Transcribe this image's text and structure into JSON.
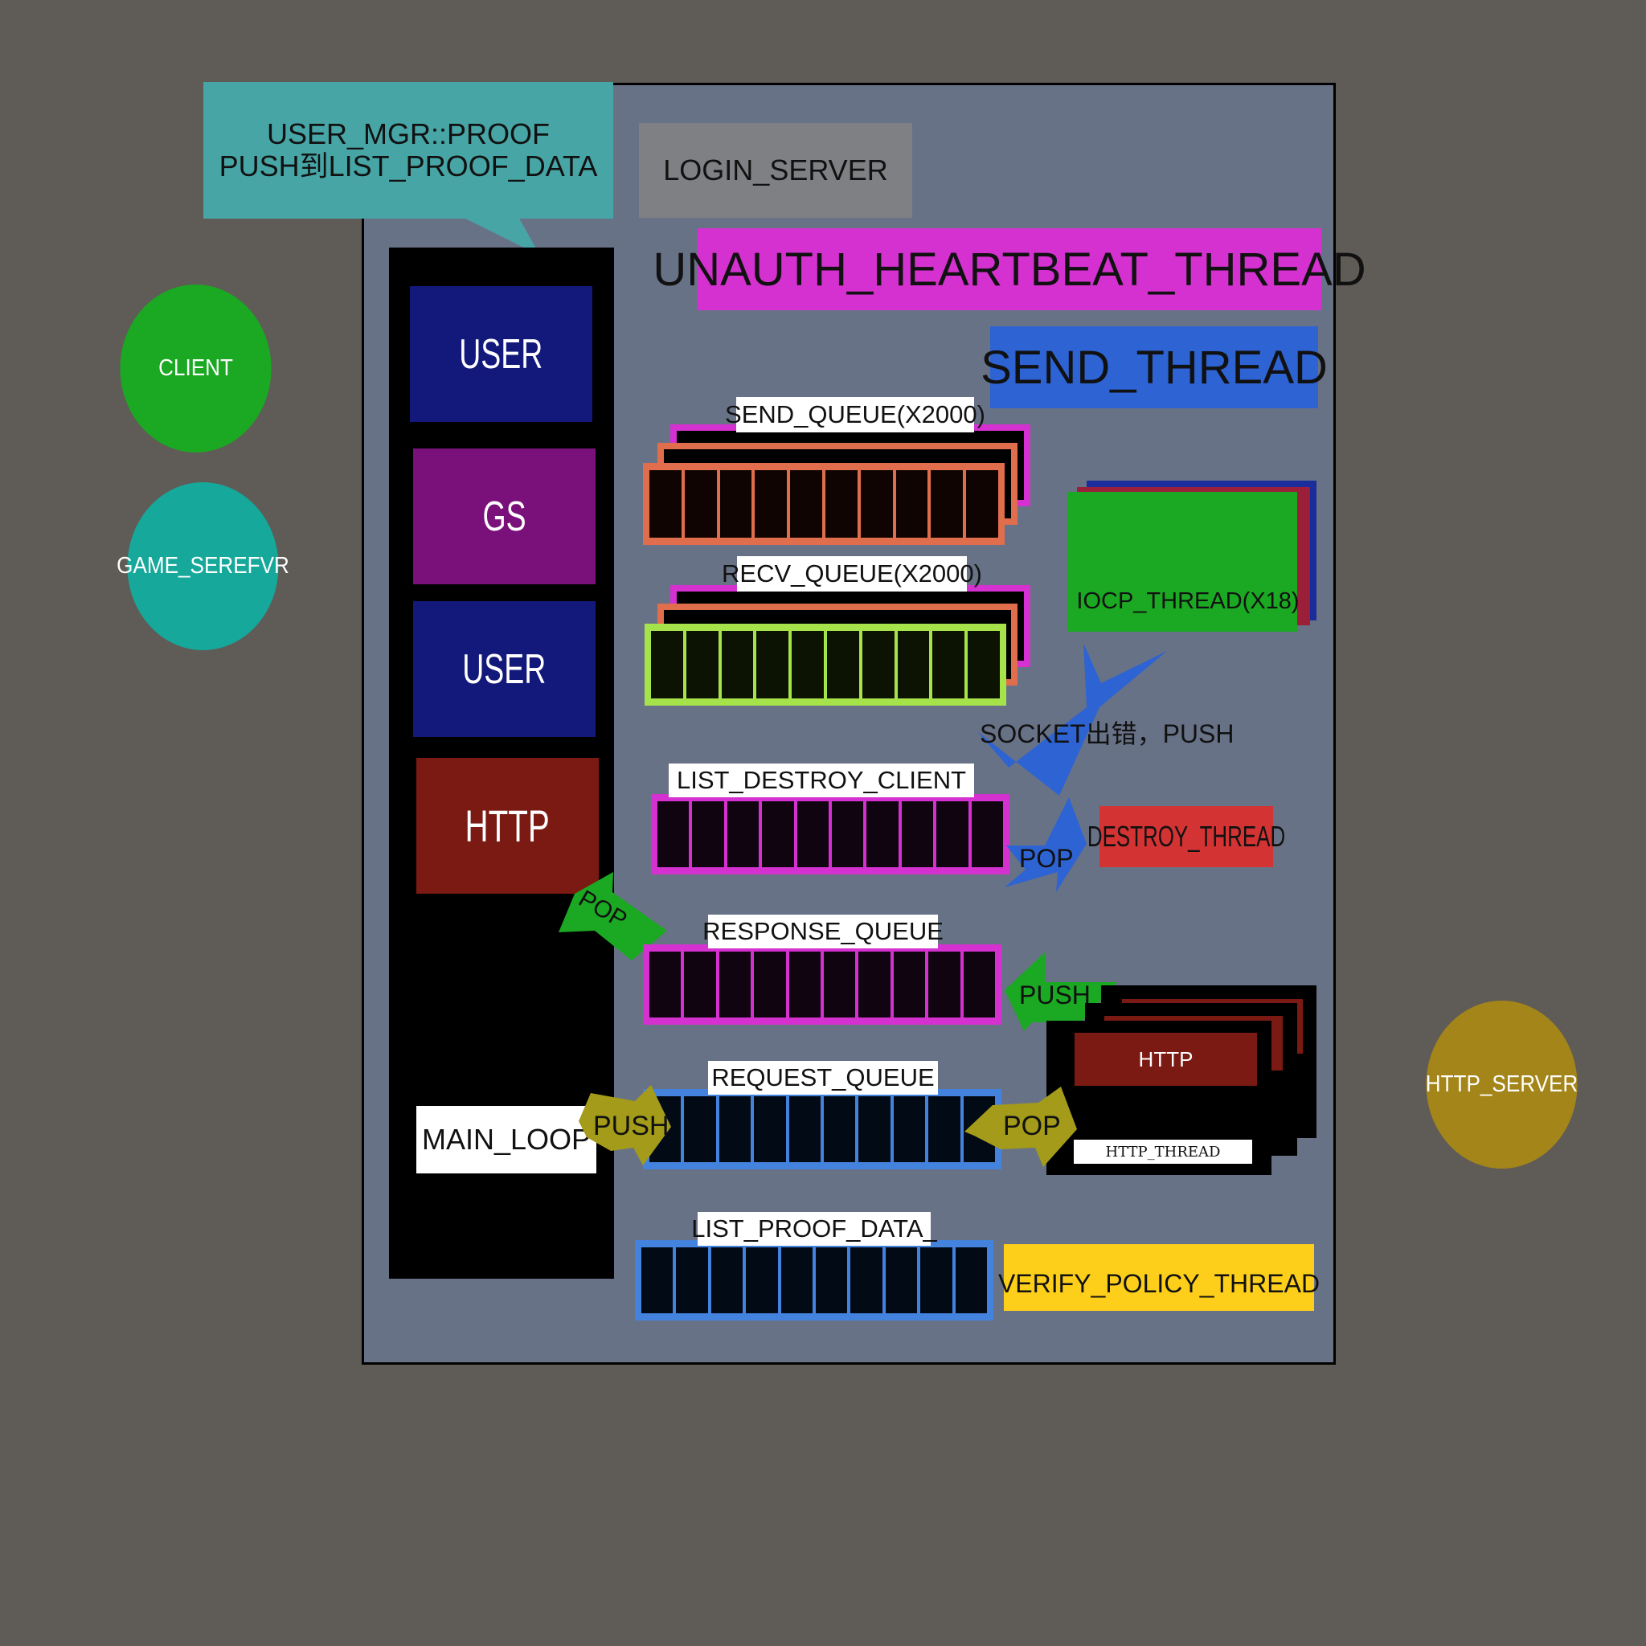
{
  "callout": {
    "line1": "USER_MGR::PROOF",
    "line2": "PUSH到LIST_PROOF_DATA"
  },
  "login_server": "LOGIN_SERVER",
  "unauth_heartbeat_thread": "UNAUTH_HEARTBEAT_THREAD",
  "send_thread": "SEND_THREAD",
  "external": {
    "client": "CLIENT",
    "game_server": "GAME_SEREFVR",
    "http_server": "HTTP_SERVER"
  },
  "main_stack": {
    "blocks": [
      "USER",
      "GS",
      "USER",
      "HTTP"
    ],
    "main_loop": "MAIN_LOOP"
  },
  "queues": {
    "send": "SEND_QUEUE(X2000)",
    "recv": "RECV_QUEUE(X2000)",
    "destroy": "LIST_DESTROY_CLIENT",
    "response": "RESPONSE_QUEUE",
    "request": "REQUEST_QUEUE",
    "proof": "LIST_PROOF_DATA_"
  },
  "iocp_thread": "IOCP_THREAD(X18)",
  "socket_error": "SOCKET出错，PUSH",
  "destroy_thread": "DESTROY_THREAD",
  "http_thread": {
    "inner": "HTTP",
    "label": "HTTP_THREAD"
  },
  "verify_policy_thread": "VERIFY_POLICY_THREAD",
  "arrows": {
    "pop_destroy": "POP",
    "pop_response": "POP",
    "push_response": "PUSH",
    "push_request": "PUSH",
    "pop_request": "POP"
  },
  "colors": {
    "background": "#5f5b57",
    "server": "#687286",
    "magenta": "#d531d0",
    "blue_thread": "#2d63d3",
    "green": "#1ba822",
    "teal": "#16a89a",
    "gold": "#a38519",
    "orange": "#e06d4b",
    "lime": "#a6e24a",
    "queue_blue": "#4483dd",
    "red": "#d33333",
    "yellow": "#fdcf1b",
    "navy": "#13197a",
    "purple": "#7a1079",
    "maroon": "#7b1a12"
  }
}
